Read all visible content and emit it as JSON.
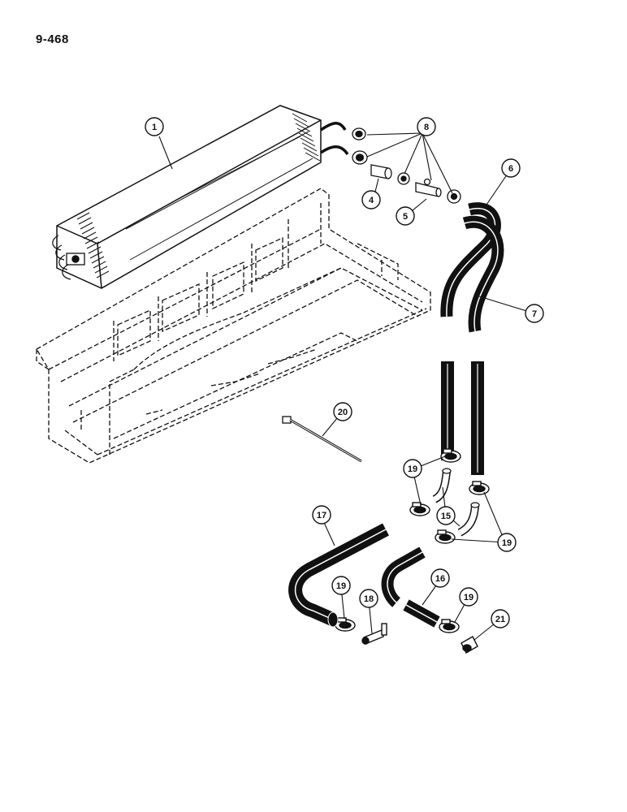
{
  "page": {
    "number": "9-468"
  },
  "callouts": {
    "c1": "1",
    "c8": "8",
    "c4": "4",
    "c5": "5",
    "c6": "6",
    "c7": "7",
    "c20": "20",
    "c19a": "19",
    "c15": "15",
    "c19b": "19",
    "c17": "17",
    "c16": "16",
    "c19c": "19",
    "c18": "18",
    "c19d": "19",
    "c21": "21"
  },
  "colors": {
    "ink": "#111111",
    "paper": "#ffffff"
  }
}
